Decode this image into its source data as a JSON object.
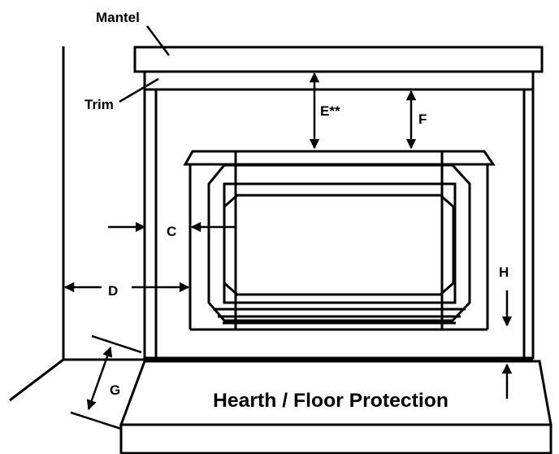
{
  "labels": {
    "mantel": "Mantel",
    "trim": "Trim",
    "c": "C",
    "d": "D",
    "e": "E**",
    "f": "F",
    "g": "G",
    "h": "H",
    "hearth": "Hearth / Floor Protection"
  },
  "colors": {
    "line": "#000000",
    "background": "#ffffff"
  }
}
